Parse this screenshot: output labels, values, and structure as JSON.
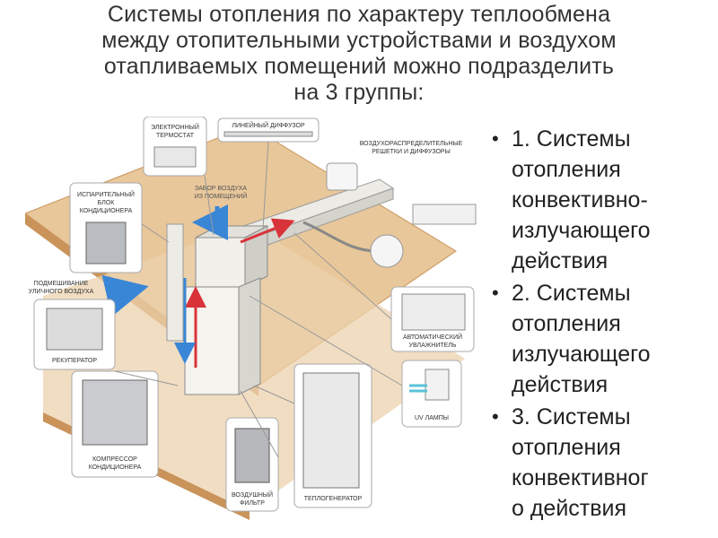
{
  "title": {
    "lines": [
      "Системы отопления по характеру теплообмена",
      "между отопительными устройствами и воздухом",
      "отапливаемых помещений можно подразделить",
      "на 3 группы:"
    ]
  },
  "diagram_labels": {
    "thermostat": [
      "ЭЛЕКТРОННЫЙ",
      "ТЕРМОСТАТ"
    ],
    "linear_diffuser": "ЛИНЕЙНЫЙ ДИФФУЗОР",
    "distributing_grilles": [
      "ВОЗДУХОРАСПРЕДЕЛИТЕЛЬНЫЕ",
      "РЕШЕТКИ И ДИФФУЗОРЫ"
    ],
    "air_intake": [
      "ЗАБОР ВОЗДУХА",
      "ИЗ ПОМЕЩЕНИЙ"
    ],
    "evaporator": [
      "ИСПАРИТЕЛЬНЫЙ",
      "БЛОК",
      "КОНДИЦИОНЕРА"
    ],
    "outdoor_air_mixing": [
      "ПОДМЕШИВАНИЕ",
      "УЛИЧНОГО ВОЗДУХА"
    ],
    "recuperator": "РЕКУПЕРАТОР",
    "compressor": [
      "КОМПРЕССОР",
      "КОНДИЦИОНЕРА"
    ],
    "air_filter": [
      "ВОЗДУШНЫЙ",
      "ФИЛЬТР"
    ],
    "heat_generator": "ТЕПЛОГЕНЕРАТОР",
    "humidifier": [
      "АВТОМАТИЧЕСКИЙ",
      "УВЛАЖНИТЕЛЬ"
    ],
    "uv_lamps": "UV ЛАМПЫ"
  },
  "bullets": [
    {
      "marker": "•",
      "lines": [
        "1. Системы",
        "отопления",
        "конвективно-",
        "излучающего",
        "действия"
      ]
    },
    {
      "marker": "•",
      "lines": [
        "2. Системы",
        "отопления",
        "излучающего",
        "действия"
      ]
    },
    {
      "marker": "•",
      "lines": [
        "3. Системы",
        "отопления",
        "конвективног",
        "о действия"
      ]
    }
  ],
  "colors": {
    "floor": "#e8c79a",
    "floor_edge": "#c9935a",
    "wall": "#f3dcc0",
    "duct": "#ecebe6",
    "warm_air": "#d9333a",
    "cool_air": "#3a86d6"
  }
}
